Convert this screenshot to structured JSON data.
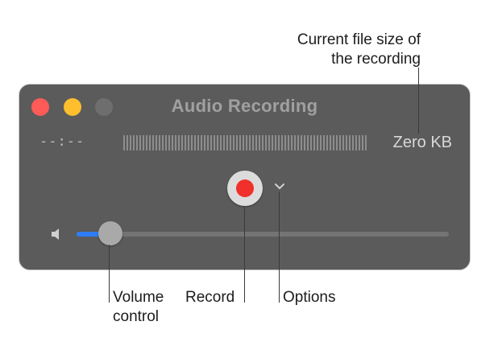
{
  "annotations": {
    "file_size_line1": "Current file size of",
    "file_size_line2": "the recording",
    "volume_line1": "Volume",
    "volume_line2": "control",
    "record": "Record",
    "options": "Options"
  },
  "window": {
    "title": "Audio Recording",
    "time": "--:--",
    "file_size": "Zero KB",
    "volume_level": 0.09
  },
  "icons": {
    "close": "close-button",
    "minimize": "minimize-button",
    "zoom": "zoom-button-disabled",
    "record": "record-icon",
    "options": "chevron-down-icon",
    "speaker": "speaker-icon"
  },
  "colors": {
    "window_bg": "#5b5b5b",
    "close": "#fc5b57",
    "minimize": "#febe2e",
    "zoom_disabled": "#6e6e6e",
    "record_red": "#f0302a",
    "volume_fill": "#2e7cf6"
  }
}
